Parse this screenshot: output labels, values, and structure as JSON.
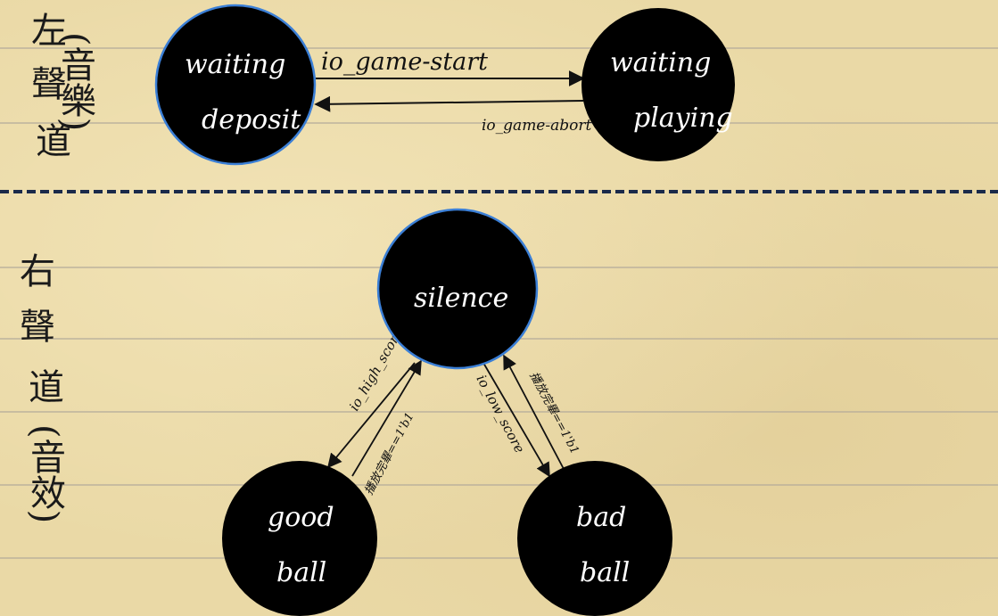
{
  "colors": {
    "paper": "#ead9a6",
    "rule_line": "#b3aa9a",
    "divider": "#1a2a4a",
    "node_fill": "#000000",
    "node_highlight": "#3b7fd6",
    "node_text": "#ffffff",
    "ink": "#151515"
  },
  "side_labels": {
    "top": [
      "左",
      "聲",
      "道",
      "(音樂)"
    ],
    "bottom": [
      "右",
      "聲",
      "道",
      "(音效)"
    ]
  },
  "states": {
    "waiting_deposit": [
      "waiting",
      "deposit"
    ],
    "waiting_playing": [
      "waiting",
      "playing"
    ],
    "silence": [
      "silence"
    ],
    "good_ball": [
      "good",
      "ball"
    ],
    "bad_ball": [
      "bad",
      "ball"
    ]
  },
  "transitions": {
    "game_start": "io_game-start",
    "game_abort": "io_game-abort",
    "high_score": "io_high_score",
    "low_score": "io_low_score",
    "good_ball_return": "播放完畢==1'b1",
    "bad_ball_return": "播放完畢==1'b1"
  }
}
